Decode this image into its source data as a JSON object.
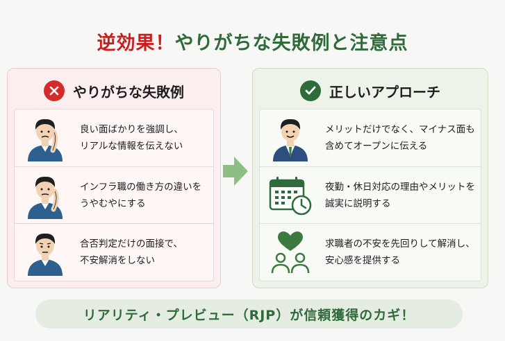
{
  "title": {
    "part1": "逆効果！",
    "part2": "やりがちな失敗例と注意点"
  },
  "colors": {
    "accent_red": "#c81e1e",
    "accent_green": "#2f6b3a"
  },
  "bad_panel": {
    "heading": "やりがちな失敗例",
    "icon": "x-circle-icon",
    "items": [
      {
        "icon": "worried-man-icon",
        "text": "良い面ばかりを強調し、\nリアルな情報を伝えない"
      },
      {
        "icon": "worried-man-icon",
        "text": "インフラ職の働き方の違いを\nうやむやにする"
      },
      {
        "icon": "worried-man-icon",
        "text": "合否判定だけの面接で、\n不安解消をしない"
      }
    ]
  },
  "good_panel": {
    "heading": "正しいアプローチ",
    "icon": "check-circle-icon",
    "items": [
      {
        "icon": "businessman-icon",
        "text": "メリットだけでなく、マイナス面も\n含めてオープンに伝える"
      },
      {
        "icon": "calendar-clock-icon",
        "text": "夜勤・休日対応の理由やメリットを\n誠実に説明する"
      },
      {
        "icon": "heart-people-icon",
        "text": "求職者の不安を先回りして解消し、\n安心感を提供する"
      }
    ]
  },
  "footer": {
    "text": "リアリティ・プレビュー（RJP）が信頼獲得のカギ！"
  }
}
